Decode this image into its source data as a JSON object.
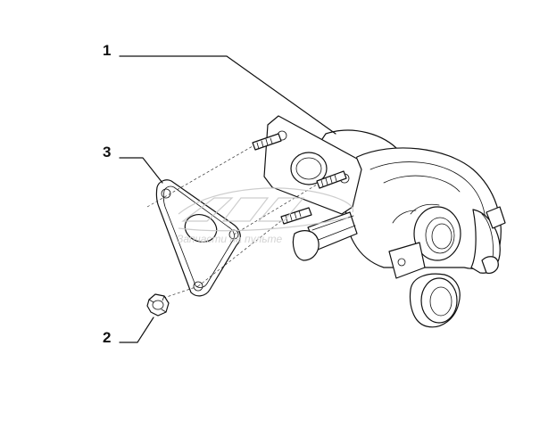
{
  "callouts": [
    {
      "label": "1",
      "part": "turbocharger"
    },
    {
      "label": "3",
      "part": "gasket"
    },
    {
      "label": "2",
      "part": "nut"
    }
  ],
  "watermark": {
    "text": "Запчасти на пульте",
    "kind": "logo watermark"
  }
}
